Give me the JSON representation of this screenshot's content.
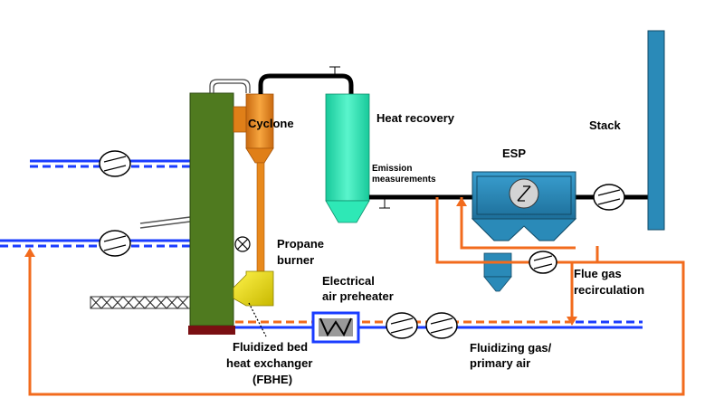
{
  "labels": {
    "cyclone": "Cyclone",
    "heat_recovery": "Heat recovery",
    "stack": "Stack",
    "esp": "ESP",
    "emission_line1": "Emission",
    "emission_line2": "measurements",
    "propane_line1": "Propane",
    "propane_line2": "burner",
    "preheater_line1": "Electrical",
    "preheater_line2": "air preheater",
    "flue_line1": "Flue gas",
    "flue_line2": "recirculation",
    "fluidizing_line1": "Fluidizing gas/",
    "fluidizing_line2": "primary air",
    "fbhe_line1": "Fluidized bed",
    "fbhe_line2": "heat exchanger",
    "fbhe_line3": "(FBHE)"
  },
  "colors": {
    "reactor": "#4f7a1f",
    "cyclone": "#f0901e",
    "heat_recovery": "#2ee8b6",
    "esp": "#2a8ab8",
    "stack": "#2a8ab8",
    "air_line": "#1a3cff",
    "recirc_line": "#f26b1d",
    "fbhe": "#e8e000",
    "base": "#7a0f12"
  }
}
